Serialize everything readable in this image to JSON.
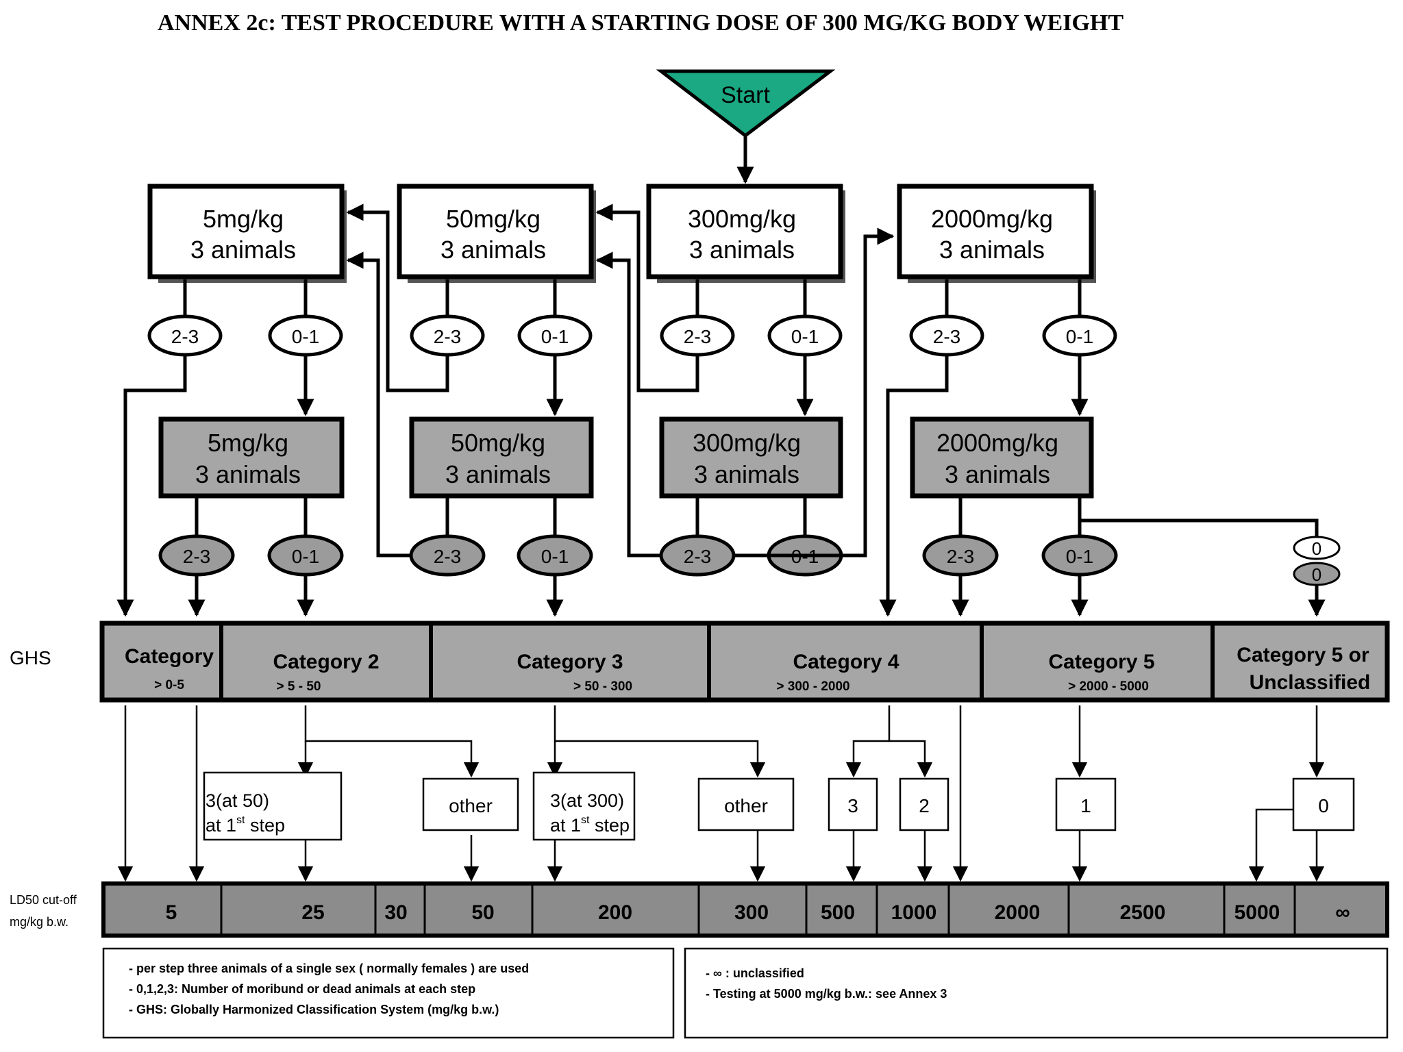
{
  "title": "ANNEX 2c:   TEST PROCEDURE WITH A STARTING DOSE OF 300 MG/KG BODY WEIGHT",
  "colors": {
    "start_fill": "#1aa983",
    "grey_box": "#a6a6a6",
    "grey_oval": "#9b9b9b",
    "ld50_fill": "#8c8c8c",
    "line": "#000000"
  },
  "start_label": "Start",
  "dose_boxes": [
    {
      "dose": "5mg/kg",
      "animals": "3 animals"
    },
    {
      "dose": "50mg/kg",
      "animals": "3 animals"
    },
    {
      "dose": "300mg/kg",
      "animals": "3 animals"
    },
    {
      "dose": "2000mg/kg",
      "animals": "3 animals"
    }
  ],
  "repeat_boxes": [
    {
      "dose": "5mg/kg",
      "animals": "3 animals"
    },
    {
      "dose": "50mg/kg",
      "animals": "3 animals"
    },
    {
      "dose": "300mg/kg",
      "animals": "3 animals"
    },
    {
      "dose": "2000mg/kg",
      "animals": "3 animals"
    }
  ],
  "outcomes": {
    "high": "2-3",
    "low": "0-1",
    "zero": "0"
  },
  "ghs_label": "GHS",
  "categories": [
    {
      "name": "Category",
      "range": "> 0-5"
    },
    {
      "name": "Category 2",
      "range": "> 5 - 50"
    },
    {
      "name": "Category 3",
      "range": "> 50 - 300"
    },
    {
      "name": "Category 4",
      "range": "> 300 - 2000"
    },
    {
      "name": "Category 5",
      "range": "> 2000 - 5000"
    },
    {
      "name": "Category 5 or",
      "range": "Unclassified"
    }
  ],
  "mid_boxes": [
    {
      "line1": "3(at 50)",
      "line2a": "at 1",
      "sup": "st",
      "line2b": " step"
    },
    {
      "line1": "other"
    },
    {
      "line1": "3(at 300)",
      "line2a": "at 1",
      "sup": "st",
      "line2b": " step"
    },
    {
      "line1": "other"
    },
    {
      "line1": "3"
    },
    {
      "line1": "2"
    },
    {
      "line1": "1"
    },
    {
      "line1": "0"
    }
  ],
  "ld50_label": [
    "LD50  cut-off",
    "mg/kg b.w."
  ],
  "ld50_values": [
    "5",
    "25",
    "30",
    "50",
    "200",
    "300",
    "500",
    "1000",
    "2000",
    "2500",
    "5000",
    "∞"
  ],
  "notes_left": [
    "- per  step three animals of a single sex ( normally females  )  are used",
    "- 0,1,2,3:   Number  of moribund   or dead animals  at each step",
    "- GHS:   Globally Harmonized Classification  System (mg/kg b.w.)"
  ],
  "notes_right": [
    "- ∞ : unclassified",
    "- Testing   at 5000 mg/kg b.w.: see Annex 3"
  ]
}
